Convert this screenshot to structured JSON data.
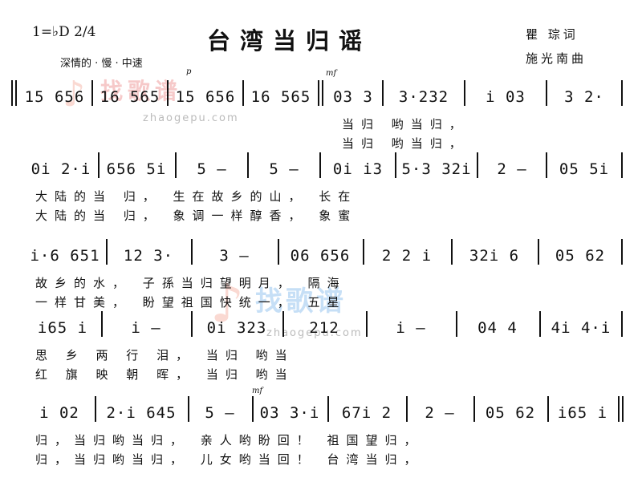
{
  "header": {
    "key_signature": "1=♭D 2/4",
    "tempo": "深情的 · 慢 · 中速",
    "title": "台湾当归谣",
    "lyricist": "瞿 琮词",
    "composer": "施光南曲"
  },
  "dynamics": {
    "p": "p",
    "mf1": "mf",
    "mf2": "mf"
  },
  "watermark": {
    "brand": "找歌谱",
    "url": "zhaogepu.com",
    "url2": "zhaogepu.com"
  },
  "lines": [
    {
      "measures": [
        "15 656",
        "16 565",
        "15 656",
        "16 565",
        "03 3",
        "3·232",
        "i 03",
        "3 2·"
      ],
      "lyrics1": "当归 哟当归，",
      "lyrics2": "当归 哟当归，"
    },
    {
      "measures": [
        "0i 2·i",
        "656 5i",
        "5 –",
        "5 –",
        "0i i3",
        "5·3 32i",
        "2 –",
        "05 5i"
      ],
      "lyrics1": "大陆的当 归， 生在故乡的山， 长在",
      "lyrics2": "大陆的当 归， 象调一样醇香， 象蜜"
    },
    {
      "measures": [
        "i·6 651",
        "12 3·",
        "3 –",
        "06 656",
        "2 2 i",
        "32i 6",
        "05 62"
      ],
      "lyrics1": "故乡的水， 子孫当归望明月， 隔海",
      "lyrics2": "一样甘美， 盼望祖国快统一， 五星"
    },
    {
      "measures": [
        "i65 i",
        "i –",
        "0i 323",
        "212",
        "i –",
        "04 4",
        "4i 4·i"
      ],
      "lyrics1": "思 乡 两 行 泪， 当归 哟当",
      "lyrics2": "红 旗 映 朝 晖， 当归 哟当"
    },
    {
      "measures": [
        "i 02",
        "2·i 645",
        "5 –",
        "03 3·i",
        "67i 2",
        "2 –",
        "05 62",
        "i65 i"
      ],
      "lyrics1": "归，当归哟当归， 亲人哟盼回！ 祖国望归，",
      "lyrics2": "归，当归哟当归， 儿女哟当回！ 台湾当归，"
    }
  ]
}
